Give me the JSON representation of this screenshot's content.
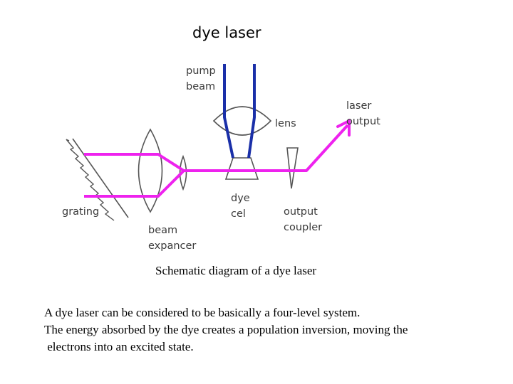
{
  "title": "dye laser",
  "diagram": {
    "labels": {
      "pump_line1": "pump",
      "pump_line2": "beam",
      "laser_line1": "laser",
      "laser_line2": "output",
      "lens": "lens",
      "grating": "grating",
      "dye_line1": "dye",
      "dye_line2": "cel",
      "coupler_line1": "output",
      "coupler_line2": "coupler",
      "beam_line1": "beam",
      "beam_line2": "expancer"
    },
    "colors": {
      "laser_beam": "#ee22ee",
      "pump_beam": "#1a2fa8",
      "optics": "#555555"
    }
  },
  "caption": "Schematic diagram of a dye laser",
  "body": {
    "line1": "A dye laser can be considered to be basically a four-level system.",
    "line2": "The energy absorbed by the dye creates a population inversion, moving the",
    "line3": " electrons into an excited state."
  }
}
